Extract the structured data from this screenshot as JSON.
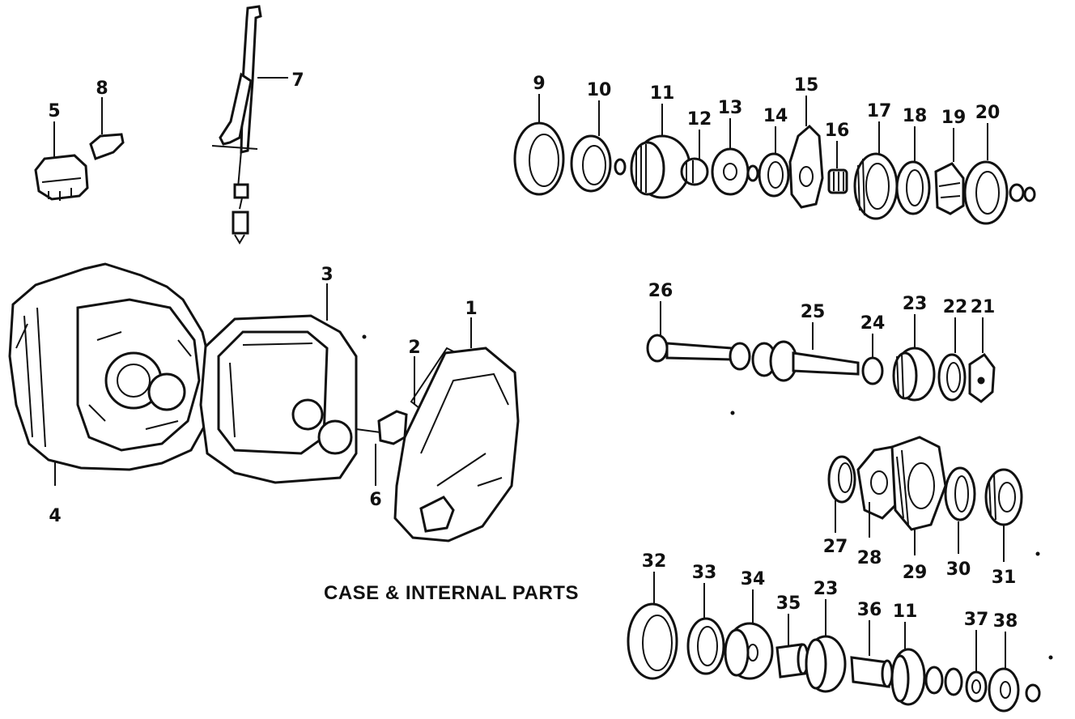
{
  "caption": "CASE & INTERNAL PARTS",
  "callouts": [
    "1",
    "2",
    "3",
    "4",
    "5",
    "6",
    "7",
    "8",
    "9",
    "10",
    "11",
    "12",
    "13",
    "14",
    "15",
    "16",
    "17",
    "18",
    "19",
    "20",
    "21",
    "22",
    "23",
    "24",
    "25",
    "26",
    "27",
    "28",
    "29",
    "30",
    "31",
    "32",
    "33",
    "34",
    "35",
    "23",
    "36",
    "11",
    "37",
    "38"
  ]
}
